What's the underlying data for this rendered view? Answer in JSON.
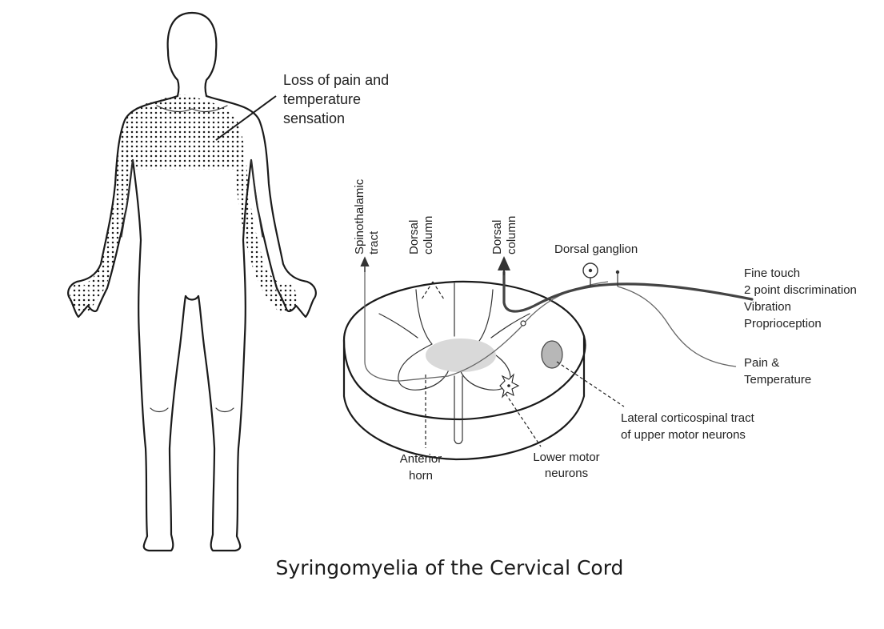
{
  "figure": {
    "caption": "Syringomyelia of the Cervical Cord"
  },
  "body_figure": {
    "annotation_lines": [
      "Loss of pain and",
      "temperature",
      "sensation"
    ]
  },
  "cord_cross_section": {
    "labels": {
      "spinothalamic": [
        "Spinothalamic",
        "tract"
      ],
      "dorsal_column_left": [
        "Dorsal",
        "column"
      ],
      "dorsal_column_right": [
        "Dorsal",
        "column"
      ],
      "dorsal_ganglion": "Dorsal ganglion",
      "fine_touch_group": [
        "Fine touch",
        "2 point discrimination",
        "Vibration",
        "Proprioception"
      ],
      "pain_temp": [
        "Pain &",
        "Temperature"
      ],
      "lateral_corticospinal": [
        "Lateral corticospinal tract",
        "of upper motor neurons"
      ],
      "lower_motor": [
        "Lower motor",
        "neurons"
      ],
      "anterior_horn": [
        "Anterior",
        "horn"
      ]
    }
  },
  "colors": {
    "outline": "#1a1a1a",
    "syrinx_fill": "#d9d9d9",
    "affected_dots": "#1a1a1a",
    "background": "#ffffff"
  }
}
